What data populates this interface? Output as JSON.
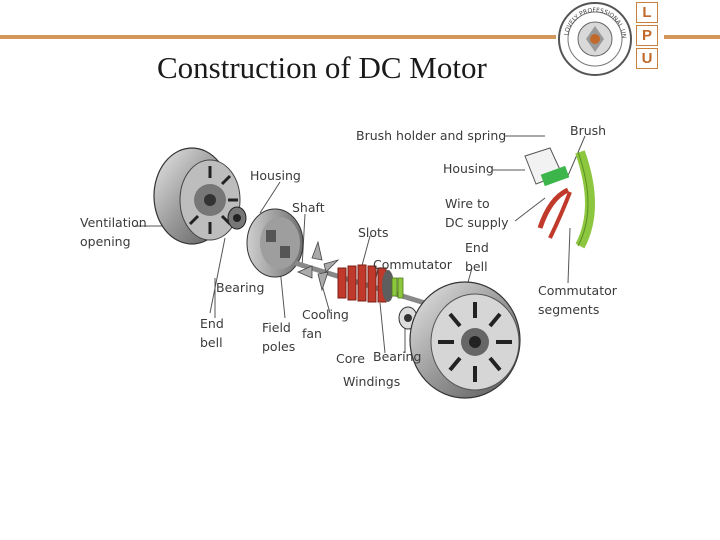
{
  "slide": {
    "title": "Construction of DC Motor",
    "logo_letters": [
      "L",
      "P",
      "U"
    ],
    "seal_text": "LOVELY PROFESSIONAL UNIVERSITY · PUNJAB (INDIA)"
  },
  "diagram": {
    "labels": {
      "brush_holder": "Brush holder and spring",
      "brush": "Brush",
      "housing_right": "Housing",
      "wire_line1": "Wire to",
      "wire_line2": "DC supply",
      "end_bell_right_line1": "End",
      "end_bell_right_line2": "bell",
      "commutator_segments_line1": "Commutator",
      "commutator_segments_line2": "segments",
      "ventilation_line1": "Ventilation",
      "ventilation_line2": "opening",
      "housing_left": "Housing",
      "shaft": "Shaft",
      "slots": "Slots",
      "commutator": "Commutator",
      "bearing_left": "Bearing",
      "end_bell_left_line1": "End",
      "end_bell_left_line2": "bell",
      "field_poles_line1": "Field",
      "field_poles_line2": "poles",
      "cooling_fan_line1": "Cooling",
      "cooling_fan_line2": "fan",
      "core": "Core",
      "bearing_right": "Bearing",
      "windings": "Windings"
    },
    "colors": {
      "accent_rule": "#d4975a",
      "windings": "#c0392b",
      "commutator_segments": "#8dc63f",
      "brush_holder": "#3cb64a",
      "wire": "#c0392b"
    }
  }
}
